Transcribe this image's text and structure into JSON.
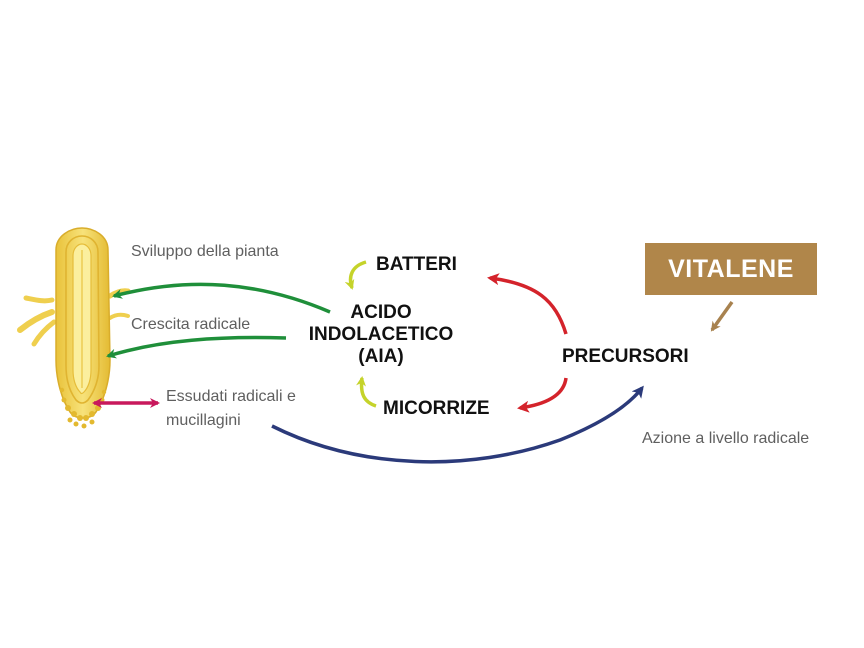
{
  "brand": {
    "name": "VITALENE"
  },
  "nodes": {
    "batteri": "BATTERI",
    "aia_line1": "ACIDO",
    "aia_line2": "INDOLACETICO",
    "aia_line3": "(AIA)",
    "micorrize": "MICORRIZE",
    "precursori": "PRECURSORI"
  },
  "effects": {
    "sviluppo": "Sviluppo della pianta",
    "crescita": "Crescita radicale",
    "essudati_line1": "Essudati radicali e",
    "essudati_line2": "mucillagini"
  },
  "caption": "Azione a livello radicale",
  "colors": {
    "green_arrow": "#1f8f3a",
    "red_arrow": "#d4232b",
    "navy_arrow": "#2b3a7a",
    "magenta_arrow": "#c8185c",
    "lime_arrow": "#c5d32a",
    "brown_arrow": "#a8824f",
    "brand_box": "#b0864a",
    "root_yellow": "#f3d84e"
  }
}
